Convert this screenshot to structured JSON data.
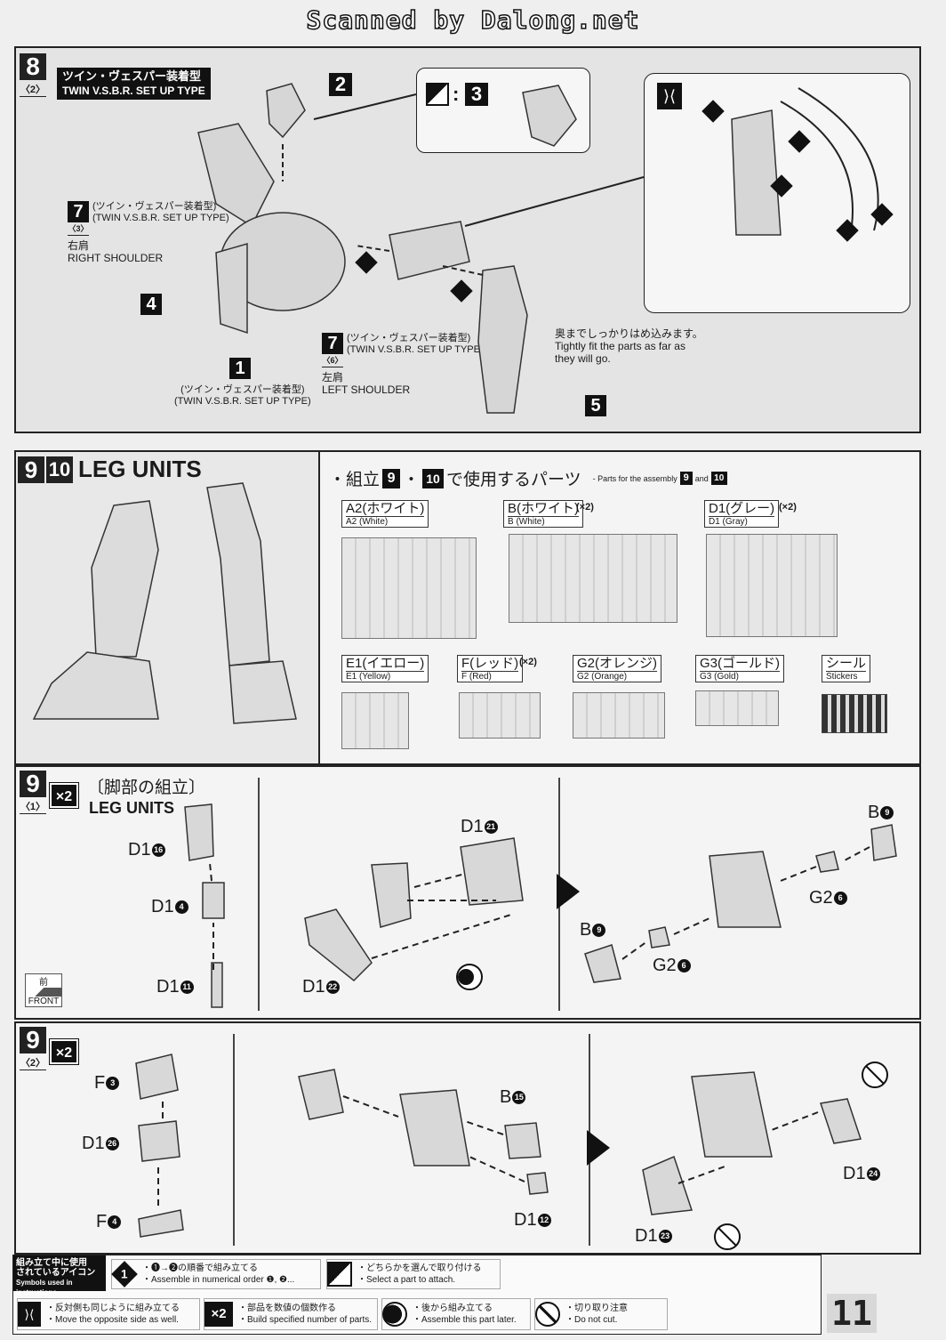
{
  "header": {
    "scan_text": "Scanned by Dalong.net"
  },
  "step8": {
    "number": "8",
    "sub": "〈2〉",
    "title_jp": "ツイン・ヴェスパー装着型",
    "title_en": "TWIN V.S.B.R. SET UP TYPE",
    "badge_2": "2",
    "badge_3": "3",
    "badge_4": "4",
    "badge_1": "1",
    "badge_5": "5",
    "badge_7a": "7",
    "badge_7b": "7",
    "right_sub": "〈3〉",
    "right_jp": "(ツイン・ヴェスパー装着型)",
    "right_en": "(TWIN V.S.B.R. SET UP TYPE)",
    "right_label_jp": "右肩",
    "right_label_en": "RIGHT SHOULDER",
    "left_sub": "〈6〉",
    "left_jp": "(ツイン・ヴェスパー装着型)",
    "left_en": "(TWIN V.S.B.R. SET UP TYPE)",
    "left_label_jp": "左肩",
    "left_label_en": "LEFT SHOULDER",
    "one_jp": "(ツイン・ヴェスパー装着型)",
    "one_en": "(TWIN V.S.B.R. SET UP TYPE)",
    "note_jp": "奥までしっかりはめ込みます。",
    "note_en1": "Tightly fit the parts as far as",
    "note_en2": "they will go.",
    "inset_colon": ":",
    "inset_badge": "3",
    "seq": [
      "1",
      "2",
      "3",
      "3",
      "4"
    ]
  },
  "leg_header": {
    "n9": "9",
    "n10": "10",
    "title": "LEG UNITS"
  },
  "parts": {
    "heading_jp_a": "・組立",
    "heading_jp_mid": "・",
    "heading_jp_b": "で使用するパーツ",
    "heading_en": "- Parts for the assembly",
    "heading_and": "and",
    "b9": "9",
    "b10": "10",
    "items": [
      {
        "jp": "A2(ホワイト)",
        "en": "A2 (White)",
        "qty": ""
      },
      {
        "jp": "B(ホワイト)",
        "en": "B (White)",
        "qty": "(×2)"
      },
      {
        "jp": "D1(グレー)",
        "en": "D1 (Gray)",
        "qty": "(×2)"
      },
      {
        "jp": "E1(イエロー)",
        "en": "E1 (Yellow)",
        "qty": ""
      },
      {
        "jp": "F(レッド)",
        "en": "F (Red)",
        "qty": "(×2)"
      },
      {
        "jp": "G2(オレンジ)",
        "en": "G2 (Orange)",
        "qty": ""
      },
      {
        "jp": "G3(ゴールド)",
        "en": "G3 (Gold)",
        "qty": ""
      },
      {
        "jp": "シール",
        "en": "Stickers",
        "qty": ""
      }
    ]
  },
  "step9_1": {
    "number": "9",
    "sub": "〈1〉",
    "mult": "×2",
    "title_jp": "〔脚部の組立〕",
    "title_en": "LEG UNITS",
    "front_jp": "前",
    "front_en": "FRONT",
    "labels": [
      {
        "p": "D1",
        "n": "16"
      },
      {
        "p": "D1",
        "n": "4"
      },
      {
        "p": "D1",
        "n": "11"
      },
      {
        "p": "D1",
        "n": "21"
      },
      {
        "p": "D1",
        "n": "22"
      },
      {
        "p": "B",
        "n": "9"
      },
      {
        "p": "G2",
        "n": "6"
      },
      {
        "p": "B",
        "n": "9"
      },
      {
        "p": "G2",
        "n": "6"
      }
    ]
  },
  "step9_2": {
    "number": "9",
    "sub": "〈2〉",
    "mult": "×2",
    "labels": [
      {
        "p": "F",
        "n": "3"
      },
      {
        "p": "D1",
        "n": "26"
      },
      {
        "p": "F",
        "n": "4"
      },
      {
        "p": "B",
        "n": "15"
      },
      {
        "p": "D1",
        "n": "12"
      },
      {
        "p": "D1",
        "n": "24"
      },
      {
        "p": "D1",
        "n": "23"
      }
    ]
  },
  "legend": {
    "title_jp1": "組み立て中に使用",
    "title_jp2": "されているアイコン",
    "title_en": "Symbols used in instructions",
    "item1_jp": "・❶→❷の順番で組み立てる",
    "item1_en": "・Assemble in numerical order ❶, ❷...",
    "item2_jp": "・どちらかを選んで取り付ける",
    "item2_en": "・Select a part to attach.",
    "item3_jp": "・反対側も同じように組み立てる",
    "item3_en": "・Move the opposite side as well.",
    "item4_jp": "・部品を数値の個数作る",
    "item4_en": "・Build specified number of parts.",
    "item5_jp": "・後から組み立てる",
    "item5_en": "・Assemble this part later.",
    "item6_jp": "・切り取り注意",
    "item6_en": "・Do not cut.",
    "icon1": "1",
    "icon4": "×2"
  },
  "page_number": "11",
  "icons": [
    "arrow-icon",
    "select-part-icon",
    "mirror-icon",
    "multiply-icon",
    "assemble-later-icon",
    "do-not-cut-icon"
  ],
  "colors": {
    "ink": "#1a1a1a",
    "paper": "#f4f4f4",
    "plastic": "#d8d8d8"
  }
}
